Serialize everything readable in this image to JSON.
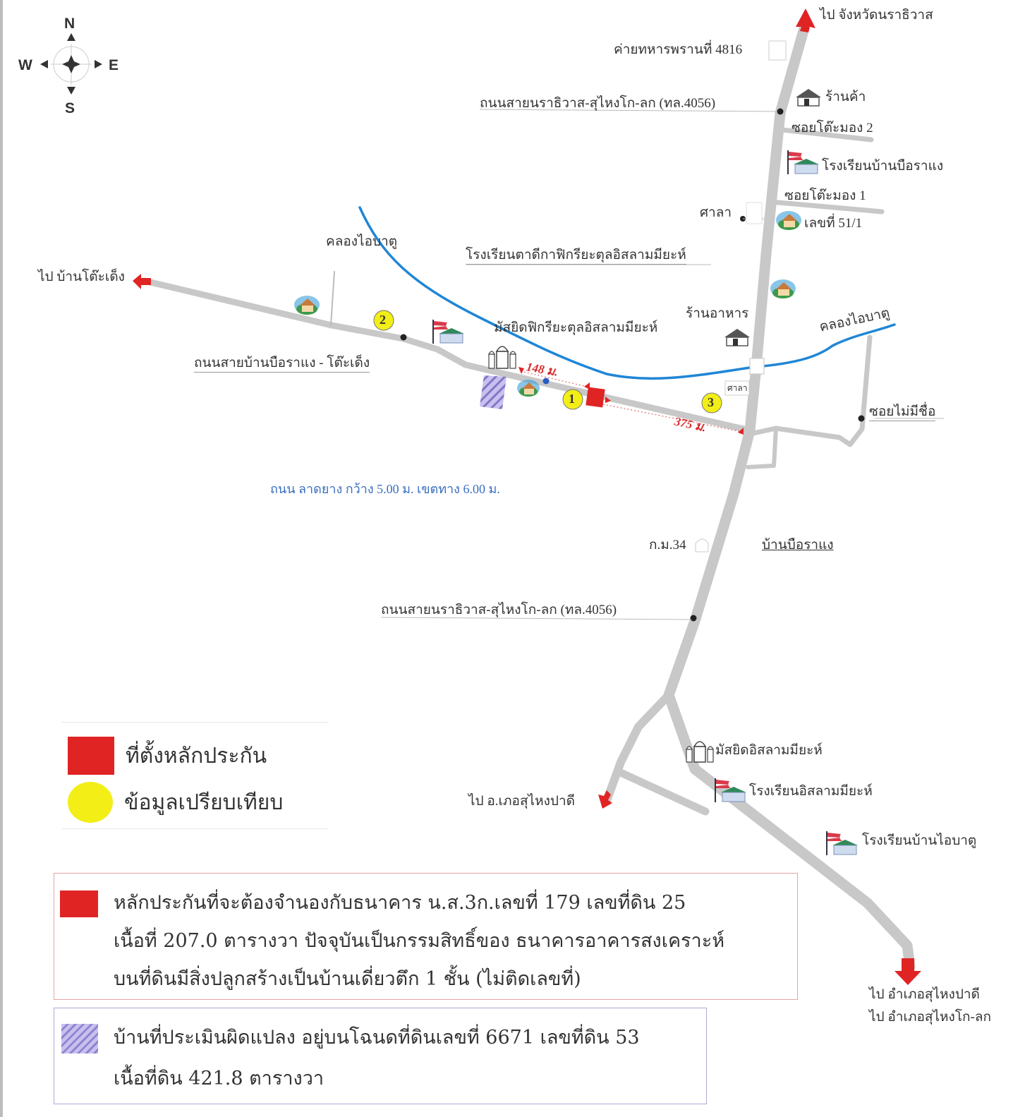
{
  "compass": {
    "north": "N",
    "south": "S",
    "east": "E",
    "west": "W"
  },
  "labels": {
    "to_narathiwat": "ไป จังหวัดนราธิวาส",
    "ranger_camp": "ค่ายทหารพรานที่ 4816",
    "highway_north": "ถนนสายนราธิวาส-สุไหงโก-ลก (ทล.4056)",
    "shop": "ร้านค้า",
    "soi_tomong_2": "ซอยโต๊ะมอง 2",
    "school_bueramae": "โรงเรียนบ้านบือราแง",
    "soi_tomong_1": "ซอยโต๊ะมอง 1",
    "sala_north": "ศาลา",
    "house_51_1": "เลขที่ 51/1",
    "canal_west": "คลองไอบาตู",
    "tadika_school": "โรงเรียนตาดีกาฟิกรียะตุลอิสลามมียะห์",
    "to_ban_todeng": "ไป บ้านโต๊ะเด็ง",
    "restaurant": "ร้านอาหาร",
    "mosque_fikriyah": "มัสยิดฟิกรียะตุลอิสลามมียะห์",
    "canal_east": "คลองไอบาตู",
    "road_bueramae_todeng": "ถนนสายบ้านบือราแง - โต๊ะเด็ง",
    "sala_south": "ศาลา",
    "soi_no_name": "ซอยไม่มีชื่อ",
    "road_spec": "ถนน ลาดยาง กว้าง 5.00 ม. เขตทาง 6.00 ม.",
    "km_34": "ก.ม.34",
    "ban_bueramae": "บ้านบือราแง",
    "highway_south": "ถนนสายนราธิวาส-สุไหงโก-ลก (ทล.4056)",
    "mosque_islamiyah": "มัสยิดอิสลามมียะห์",
    "to_sungai_padi_west": "ไป อ.เภอสุไหงปาดี",
    "school_islamiyah": "โรงเรียนอิสลามมียะห์",
    "school_ban_aibatu": "โรงเรียนบ้านไอบาตู",
    "to_sungai_padi": "ไป อำเภอสุไหงปาดี",
    "to_sungai_kolok": "ไป อำเภอสุไหงโก-ลก"
  },
  "distances": {
    "d148": "148 ม.",
    "d375": "375 ม."
  },
  "markers": {
    "m1": "1",
    "m2": "2",
    "m3": "3"
  },
  "legend": {
    "collateral_location": "ที่ตั้งหลักประกัน",
    "comparison_data": "ข้อมูลเปรียบเทียบ"
  },
  "notes": {
    "collateral": [
      "หลักประกันที่จะต้องจำนองกับธนาคาร น.ส.3ก.เลขที่ 179 เลขที่ดิน 25",
      "เนื้อที่ 207.0 ตารางวา ปัจจุบันเป็นกรรมสิทธิ์ของ ธนาคารอาคารสงเคราะห์",
      "บนที่ดินมีสิ่งปลูกสร้างเป็นบ้านเดี่ยวตึก 1 ชั้น  (ไม่ติดเลขที่)"
    ],
    "misassessed": [
      "บ้านที่ประเมินผิดแปลง อยู่บนโฉนดที่ดินเลขที่ 6671 เลขที่ดิน 53",
      "เนื้อที่ดิน 421.8 ตารางวา"
    ]
  },
  "colors": {
    "road": "#c8c8c8",
    "canal": "#1f86d6",
    "collateral": "#e02424",
    "comparison": "#f2ee16",
    "hatch": "#a89ee0"
  }
}
